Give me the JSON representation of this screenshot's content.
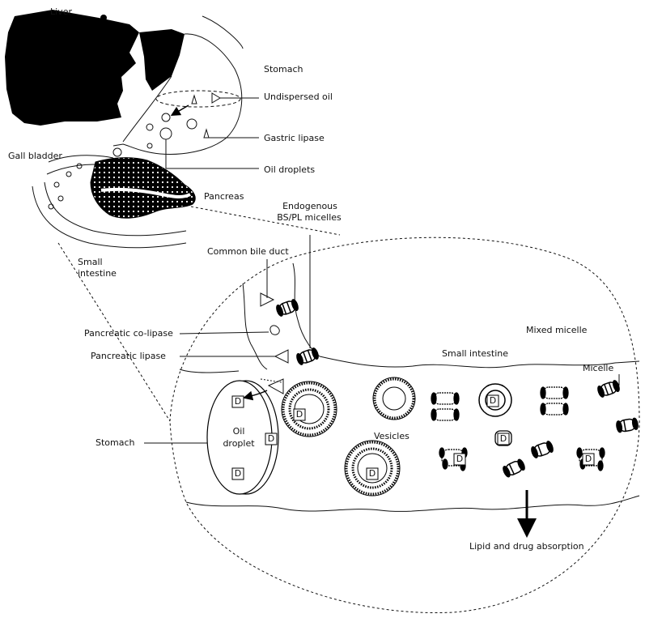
{
  "labels": {
    "liver": "Liver",
    "stomach_top": "Stomach",
    "undispersed_oil": "Undispersed oil",
    "gastric_lipase": "Gastric lipase",
    "gall_bladder": "Gall bladder",
    "oil_droplets": "Oil droplets",
    "pancreas": "Pancreas",
    "endogenous_line1": "Endogenous",
    "endogenous_line2": "BS/PL micelles",
    "common_bile_duct": "Common bile duct",
    "small_intestine_line1": "Small",
    "small_intestine_line2": "intestine",
    "pancreatic_colipase": "Pancreatic co-lipase",
    "pancreatic_lipase": "Pancreatic lipase",
    "mixed_micelle": "Mixed micelle",
    "micelle": "Micelle",
    "small_intestine_right": "Small intestine",
    "stomach_left": "Stomach",
    "oil_line1": "Oil",
    "oil_line2": "droplet",
    "vesicles": "Vesicles",
    "absorption": "Lipid and drug absorption",
    "drug": "D"
  },
  "colors": {
    "ink": "#111111",
    "fill": "#000000",
    "paper": "#ffffff"
  }
}
